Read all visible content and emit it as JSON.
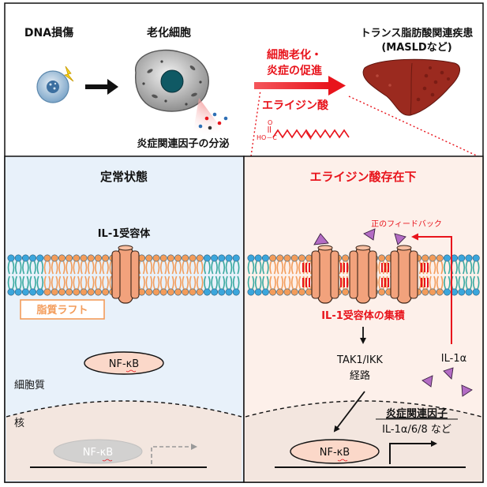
{
  "top": {
    "dna_damage": "DNA損傷",
    "senescent_cell": "老化細胞",
    "secretion": "炎症関連因子の分泌",
    "promotion_line1": "細胞老化・",
    "promotion_line2": "炎症の促進",
    "elaidic_acid": "エライジン酸",
    "molecule_label": "HO－C",
    "molecule_o": "O",
    "disease_line1": "トランス脂肪酸関連疾患",
    "disease_line2": "(MASLDなど)"
  },
  "left": {
    "title": "定常状態",
    "receptor": "IL-1受容体",
    "lipid_raft": "脂質ラフト",
    "nfkb": "NF-κB",
    "cytoplasm": "細胞質",
    "nucleus": "核",
    "nfkb_inactive": "NF-κB"
  },
  "right": {
    "title": "エライジン酸存在下",
    "feedback": "正のフィードバック",
    "cluster": "IL-1受容体の集積",
    "pathway_line1": "TAK1/IKK",
    "pathway_line2": "経路",
    "il1a": "IL-1α",
    "genes_title": "炎症関連因子",
    "genes_list": "IL-1α/6/8 など",
    "nfkb": "NF-κB"
  },
  "colors": {
    "accent_red": "#e8141c",
    "left_bg": "#e8f1fa",
    "right_bg": "#fdf0ea",
    "nucleus_fill": "#f3e6df",
    "lipid_orange": "#f39c5a",
    "lipid_teal": "#38a9a0",
    "head_blue": "#3ba6dc",
    "receptor_fill": "#f2a27c",
    "ligand_purple": "#b36cc4"
  }
}
